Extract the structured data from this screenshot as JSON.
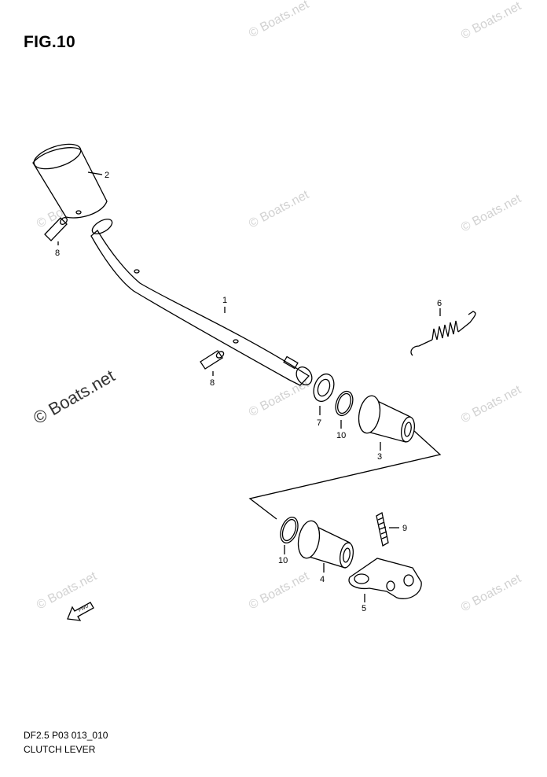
{
  "figure_title": "FIG.10",
  "footer": {
    "code": "DF2.5 P03 013_010",
    "name": "CLUTCH LEVER"
  },
  "watermark": "© Boats.net",
  "fwd_label": "FWD",
  "callouts": [
    "1",
    "2",
    "3",
    "4",
    "5",
    "6",
    "7",
    "8",
    "8",
    "9",
    "10",
    "10"
  ],
  "colors": {
    "line": "#000000",
    "watermark": "#d2d2d2",
    "background": "#ffffff"
  }
}
